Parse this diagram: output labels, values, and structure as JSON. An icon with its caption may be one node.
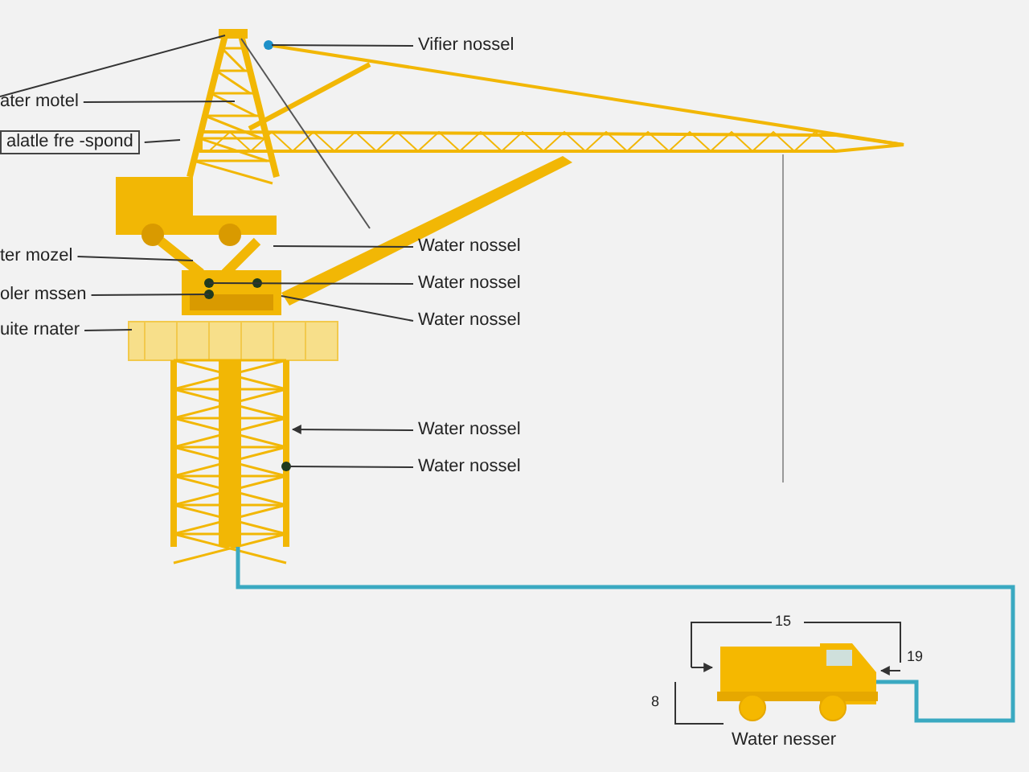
{
  "diagram": {
    "nodes": [
      {
        "text": [
          "Vifier nossel"
        ]
      },
      {
        "text": [
          "ater motel"
        ]
      },
      {
        "text": [
          "alatle fre -spond"
        ]
      },
      {
        "text": [
          "Water nossel"
        ]
      },
      {
        "text": [
          "ter mozel"
        ]
      },
      {
        "text": [
          "Water nossel"
        ]
      },
      {
        "text": [
          "oler mssen"
        ]
      },
      {
        "text": [
          "Water nossel"
        ]
      },
      {
        "text": [
          "uite rnater"
        ]
      },
      {
        "text": [
          "Water nossel"
        ]
      },
      {
        "text": [
          "Water nossel"
        ]
      }
    ],
    "edges": [
      {
        "from": 0,
        "to": null,
        "arrow": "none"
      },
      {
        "from": 1,
        "to": null,
        "arrow": "none"
      },
      {
        "from": 1,
        "to": null,
        "arrow": "none"
      },
      {
        "from": 2,
        "to": null,
        "arrow": "none"
      },
      {
        "from": 3,
        "to": null,
        "arrow": "none"
      },
      {
        "from": 4,
        "to": null,
        "arrow": "none"
      },
      {
        "from": 5,
        "to": null,
        "arrow": "none"
      },
      {
        "from": 6,
        "to": null,
        "arrow": "none"
      },
      {
        "from": 7,
        "to": null,
        "arrow": "none"
      },
      {
        "from": 8,
        "to": null,
        "arrow": "none"
      },
      {
        "from": 9,
        "to": null,
        "arrow": "to"
      },
      {
        "from": 10,
        "to": null,
        "arrow": "none"
      }
    ],
    "labels": [
      "15",
      "19",
      "8",
      "Water nesser"
    ]
  }
}
